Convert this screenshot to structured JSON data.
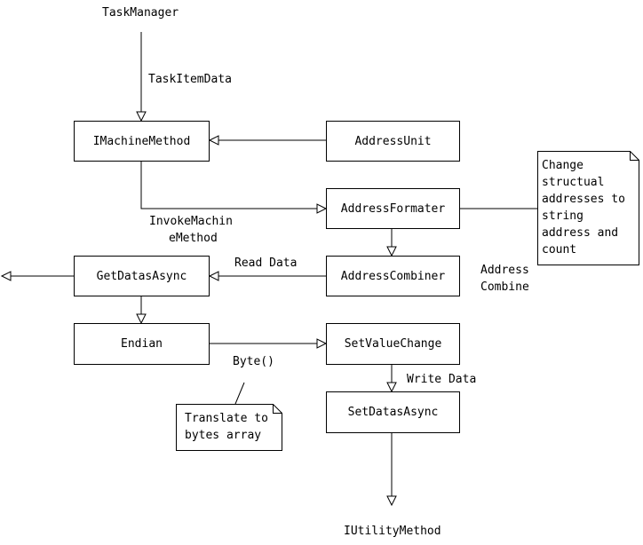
{
  "nodes": {
    "task_manager": "TaskManager",
    "imachine_method": "IMachineMethod",
    "address_unit": "AddressUnit",
    "address_formater": "AddressFormater",
    "get_datas_async": "GetDatasAsync",
    "address_combiner": "AddressCombiner",
    "endian": "Endian",
    "set_value_change": "SetValueChange",
    "set_datas_async": "SetDatasAsync",
    "iutility_method": "IUtilityMethod"
  },
  "labels": {
    "task_item_data": "TaskItemData",
    "invoke_machine_method_line1": "InvokeMachin",
    "invoke_machine_method_line2": "eMethod",
    "read_data": "Read Data",
    "address_combine_line1": "Address",
    "address_combine_line2": "Combine",
    "byte": "Byte()",
    "write_data": "Write Data"
  },
  "notes": {
    "change_structual": "Change\nstructual\naddresses to\nstring\naddress and\ncount",
    "translate_bytes": "Translate to\nbytes array"
  },
  "colors": {
    "line": "#000000",
    "box_fill": "#ffffff",
    "text": "#000000"
  }
}
